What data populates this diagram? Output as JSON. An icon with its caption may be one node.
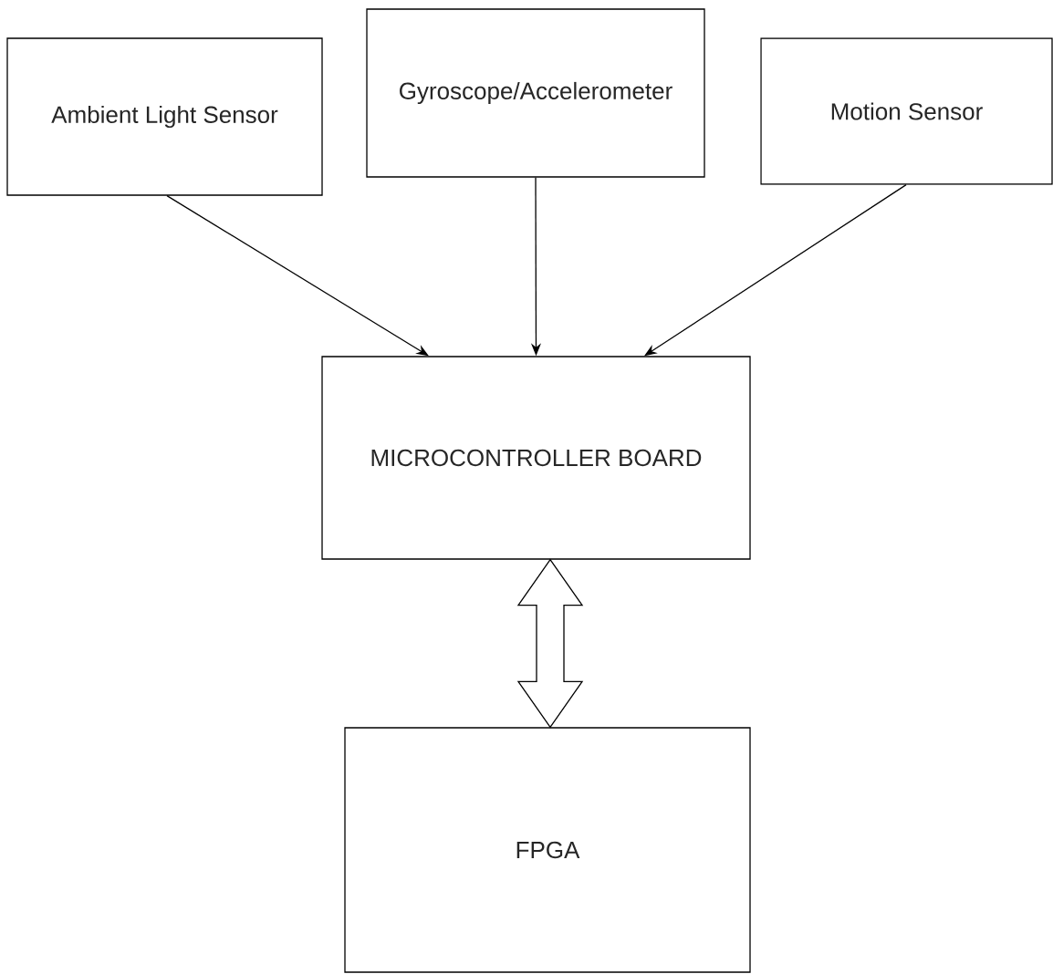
{
  "diagram": {
    "nodes": [
      {
        "text": [
          "Ambient Light Sensor"
        ]
      },
      {
        "text": [
          "Gyroscope/Accelerometer"
        ]
      },
      {
        "text": [
          "Motion Sensor"
        ]
      },
      {
        "text": [
          "MICROCONTROLLER BOARD"
        ]
      },
      {
        "text": [
          "FPGA"
        ]
      }
    ],
    "edges": [
      {
        "from": 0,
        "to": 3,
        "arrow": "to"
      },
      {
        "from": 1,
        "to": 3,
        "arrow": "to"
      },
      {
        "from": 2,
        "to": 3,
        "arrow": "to"
      },
      {
        "from": 3,
        "to": 4,
        "arrow": "both",
        "style": "thick"
      }
    ]
  }
}
